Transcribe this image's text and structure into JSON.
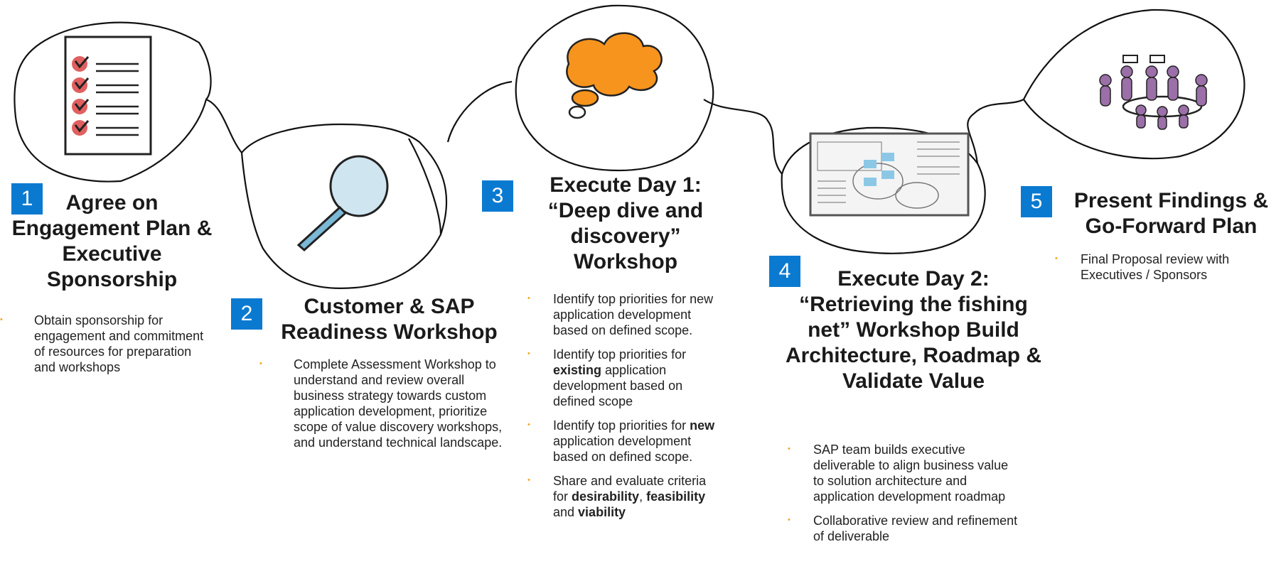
{
  "colors": {
    "accent": "#0a7ad1",
    "bullet": "#f5a623",
    "orange": "#f7941d",
    "red": "#e06060",
    "purple": "#9b6fa8",
    "teal": "#7bb8d6"
  },
  "steps": [
    {
      "number": "1",
      "title": "Agree on Engagement Plan & Executive Sponsorship",
      "icon": "checklist-icon",
      "bullets": [
        "Obtain sponsorship for engagement and commitment of resources for preparation and workshops"
      ]
    },
    {
      "number": "2",
      "title": "Customer & SAP Readiness Workshop",
      "icon": "magnifier-icon",
      "bullets": [
        "Complete Assessment Workshop to understand and review overall business strategy towards custom application development, prioritize scope of value discovery workshops, and understand technical landscape."
      ]
    },
    {
      "number": "3",
      "title": "Execute Day 1: “Deep dive and discovery” Workshop",
      "icon": "thought-cloud-icon",
      "bullets": [
        {
          "parts": [
            "Identify top priorities for new application development based on defined scope."
          ]
        },
        {
          "parts": [
            "Identify top priorities for ",
            "existing",
            " application development based on defined scope"
          ]
        },
        {
          "parts": [
            "Identify top priorities for ",
            "new",
            " application development based on defined scope."
          ]
        },
        {
          "parts": [
            "Share and evaluate criteria for ",
            "desirability",
            ", ",
            "feasibility",
            " and ",
            "viability"
          ]
        }
      ]
    },
    {
      "number": "4",
      "title": "Execute Day 2: “Retrieving the fishing net” Workshop Build Architecture, Roadmap & Validate Value",
      "icon": "whiteboard-icon",
      "bullets": [
        "SAP team builds executive deliverable to align business value to solution architecture and application development roadmap",
        "Collaborative review and refinement of deliverable"
      ]
    },
    {
      "number": "5",
      "title": "Present Findings & Go-Forward Plan",
      "icon": "meeting-table-icon",
      "bullets": [
        "Final Proposal review with Executives / Sponsors"
      ]
    }
  ]
}
